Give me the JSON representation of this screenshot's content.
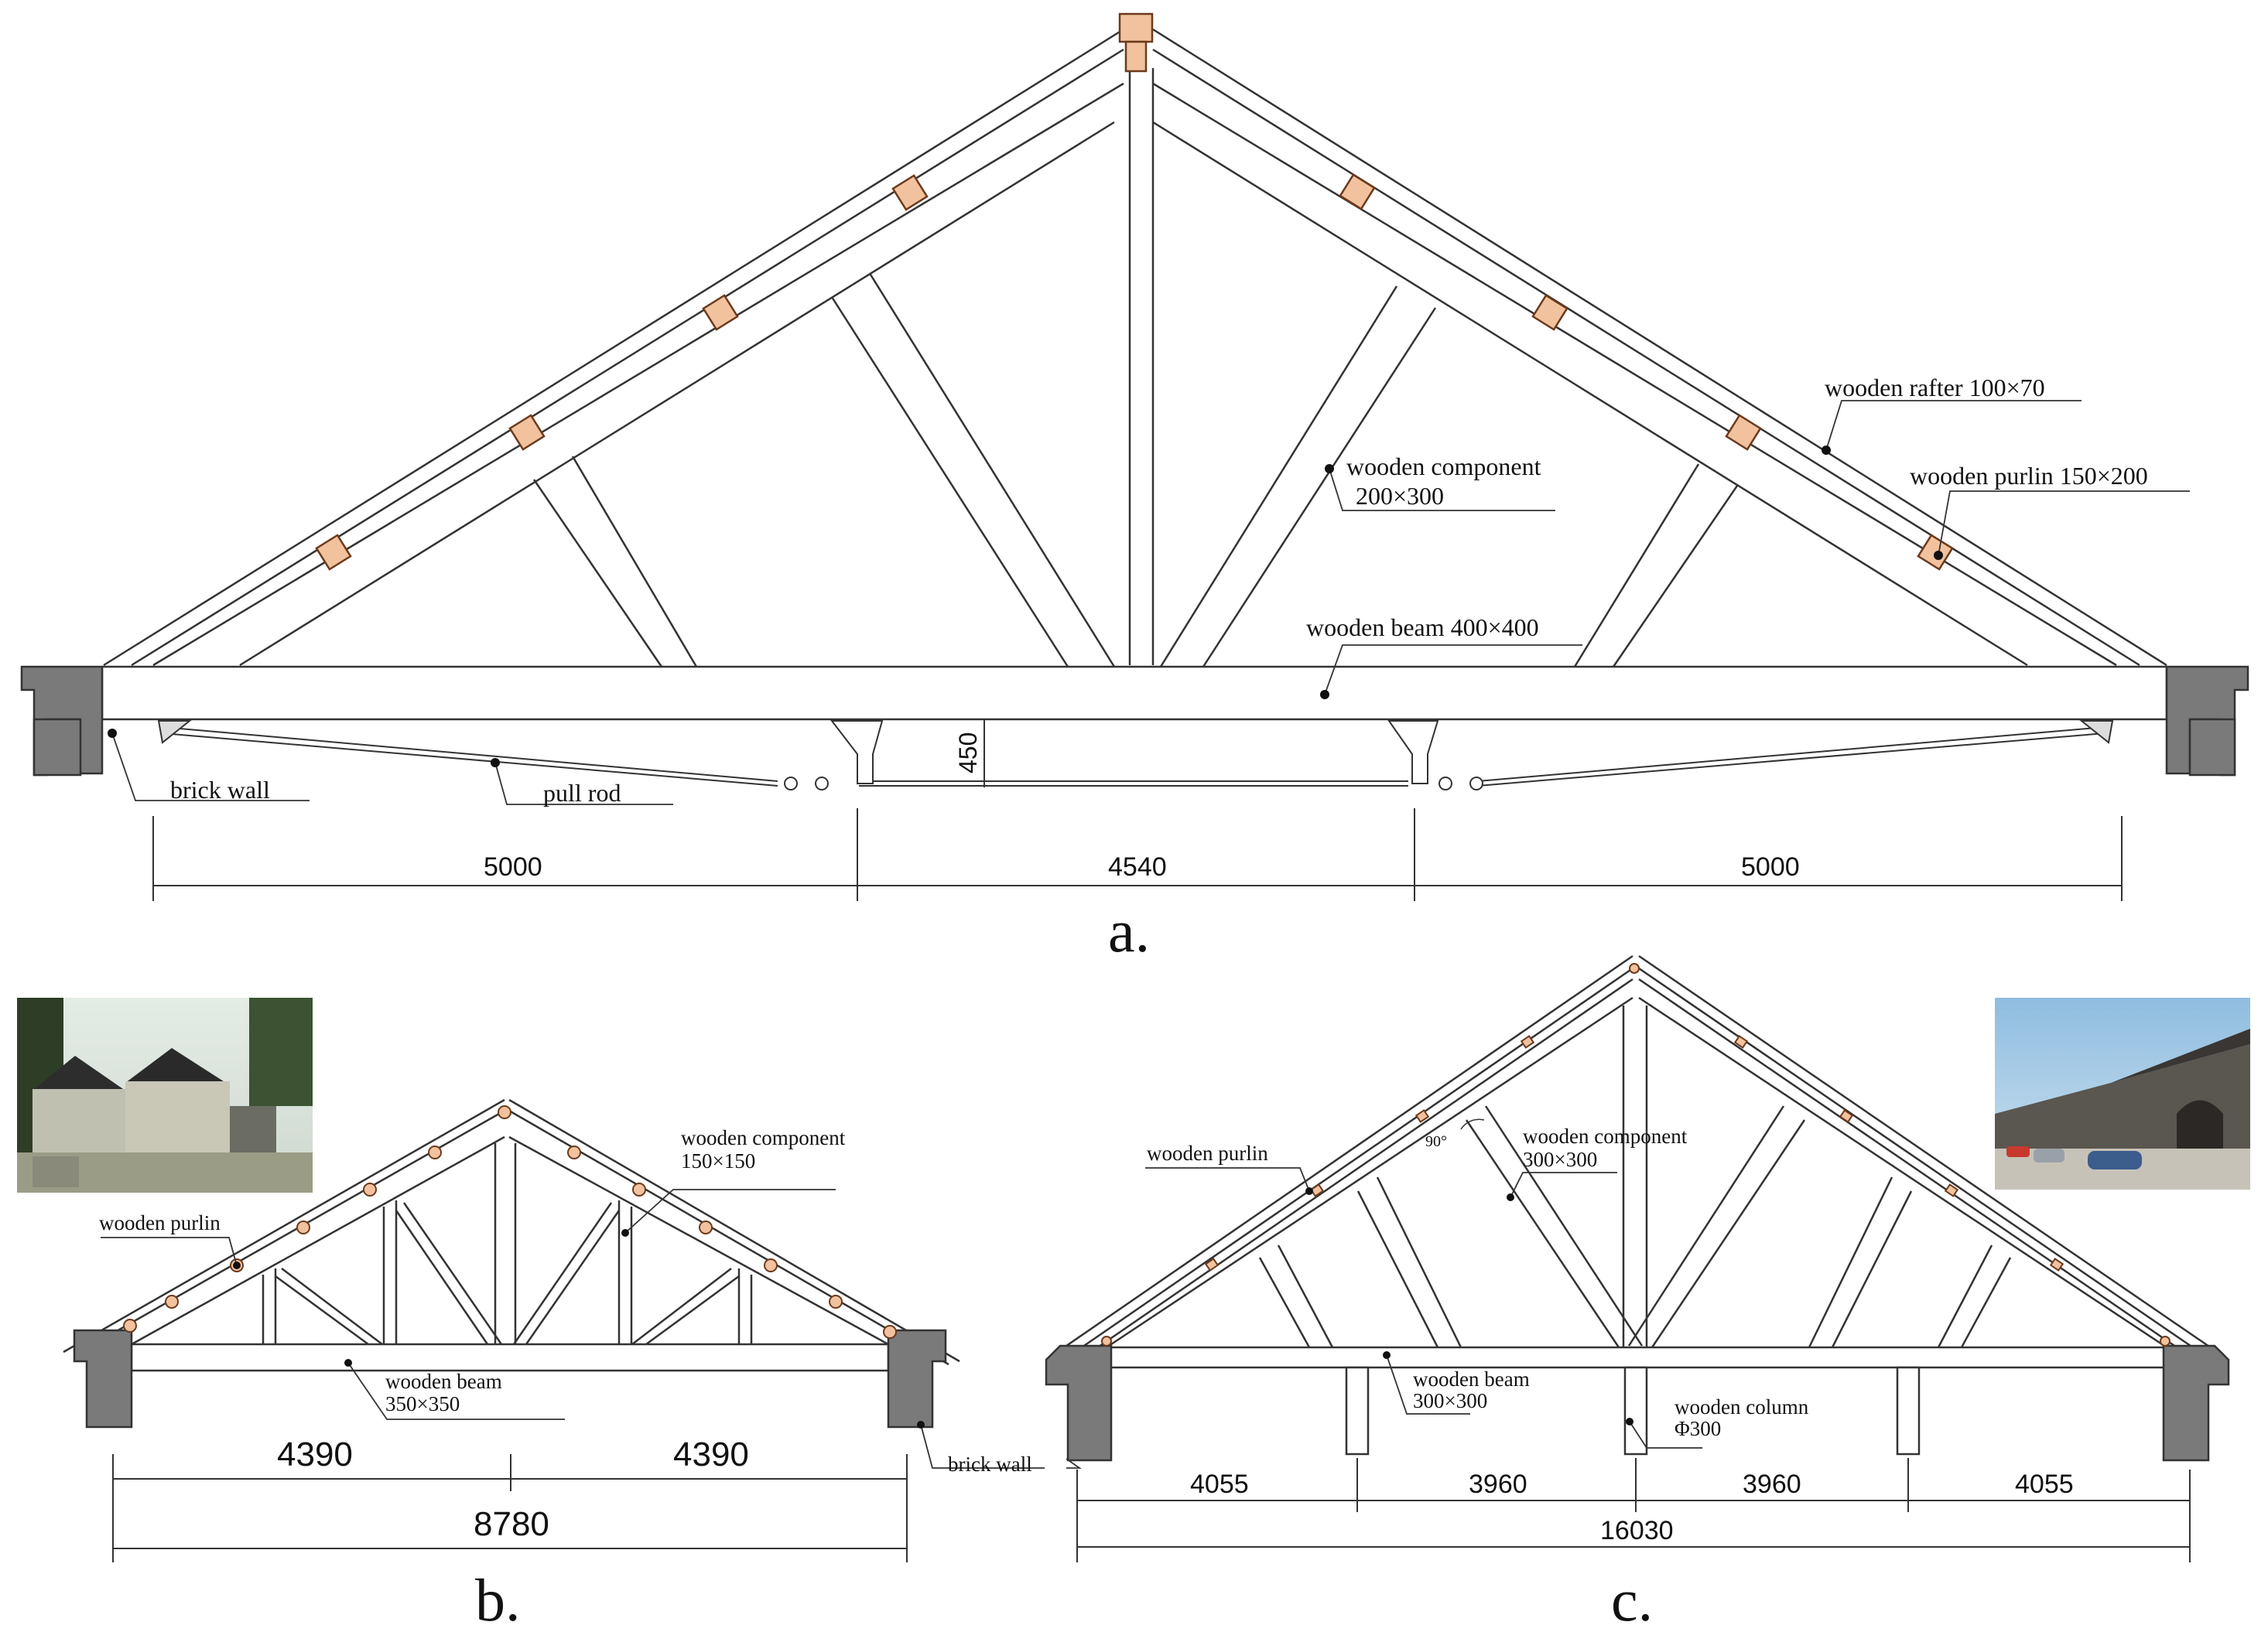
{
  "colors": {
    "line": "#333333",
    "purlin_fill": "#f2c29e",
    "purlin_stroke": "#6b3a1c",
    "wall_fill": "#7a7a7a",
    "background": "#ffffff"
  },
  "panel_a": {
    "caption": "a.",
    "labels": {
      "rafter": "wooden rafter 100×70",
      "purlin": "wooden purlin 150×200",
      "component_line1": "wooden component",
      "component_line2": "200×300",
      "beam": "wooden beam 400×400",
      "brick_wall": "brick wall",
      "pull_rod": "pull rod"
    },
    "dims": {
      "left": "5000",
      "middle": "4540",
      "right": "5000",
      "height": "450"
    }
  },
  "panel_b": {
    "caption": "b.",
    "labels": {
      "purlin": "wooden purlin",
      "component_line1": "wooden component",
      "component_line2": "150×150",
      "beam_line1": "wooden beam",
      "beam_line2": "350×350",
      "brick_wall": "brick wall"
    },
    "dims": {
      "left": "4390",
      "right": "4390",
      "total": "8780"
    },
    "photo": {
      "description_icon": "photo-icon"
    }
  },
  "panel_c": {
    "caption": "c.",
    "labels": {
      "purlin": "wooden purlin",
      "component_line1": "wooden component",
      "component_line2": "300×300",
      "beam_line1": "wooden beam",
      "beam_line2": "300×300",
      "column_line1": "wooden column",
      "column_line2": "Φ300",
      "angle": "90°"
    },
    "dims": {
      "d1": "4055",
      "d2": "3960",
      "d3": "3960",
      "d4": "4055",
      "total": "16030"
    },
    "photo": {
      "description_icon": "photo-icon"
    }
  }
}
